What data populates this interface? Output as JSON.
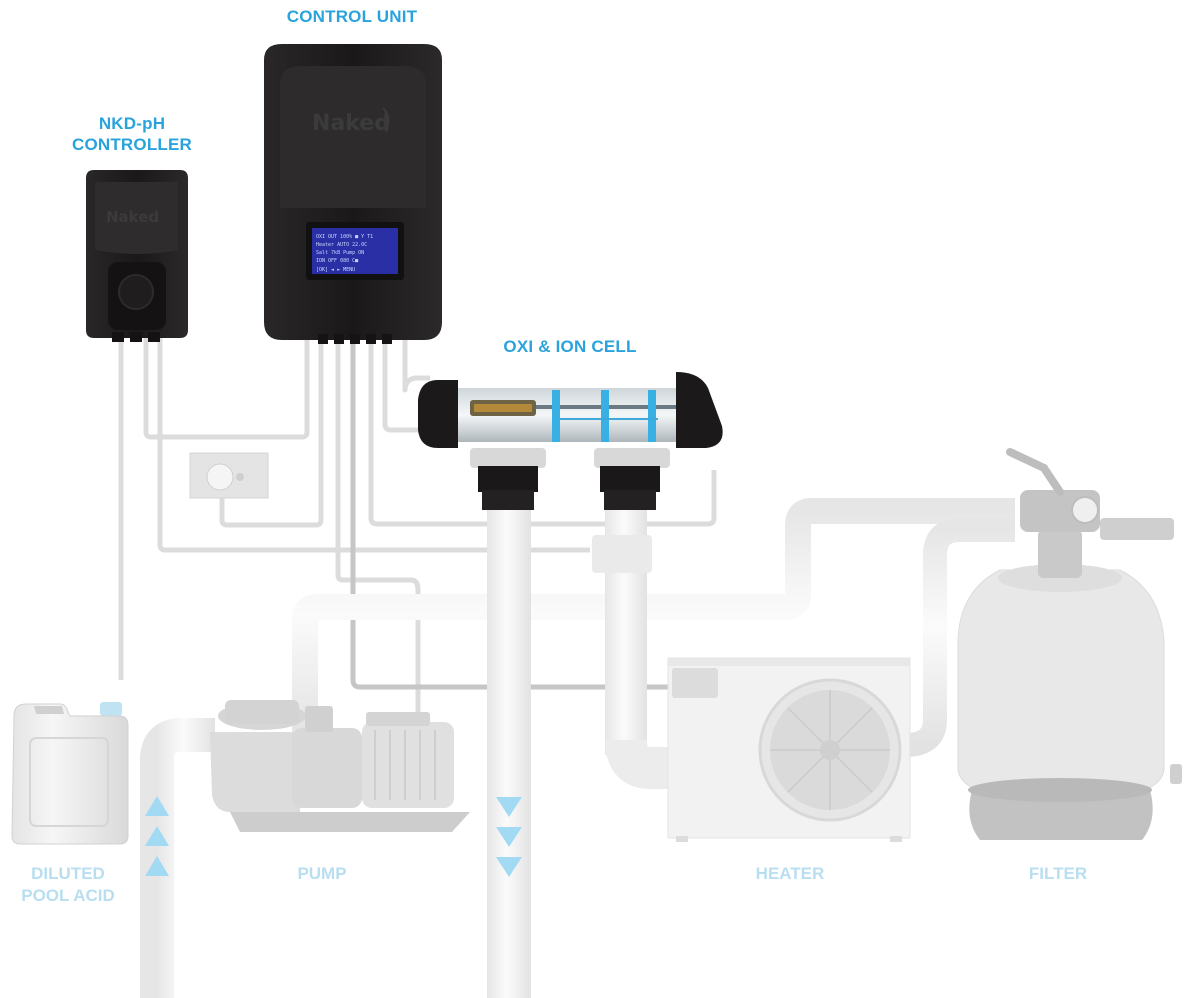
{
  "labels": {
    "control_unit": "CONTROL UNIT",
    "ph_controller_line1": "NKD-pH",
    "ph_controller_line2": "CONTROLLER",
    "cell": "OXI & ION CELL",
    "acid_line1": "DILUTED",
    "acid_line2": "POOL ACID",
    "pump": "PUMP",
    "heater": "HEATER",
    "filter": "FILTER"
  },
  "brand": "Naked",
  "display_lines": [
    "OXI OUT 100%  ■ Y T1",
    "Heater AUTO     22.0C",
    "Salt  7kB    Pump ON",
    "ION  OFF  080  C■",
    "[OK]  ◄  ►       MENU"
  ],
  "colors": {
    "label_active": "#2aa3dc",
    "label_faded": "#b8def0",
    "pipe": "#eeeeee",
    "cable": "#d6d6d6",
    "device_dark": "#1c1a1b",
    "lcd": "#2b2fa6",
    "flow_arrow": "#9fd8f3"
  }
}
